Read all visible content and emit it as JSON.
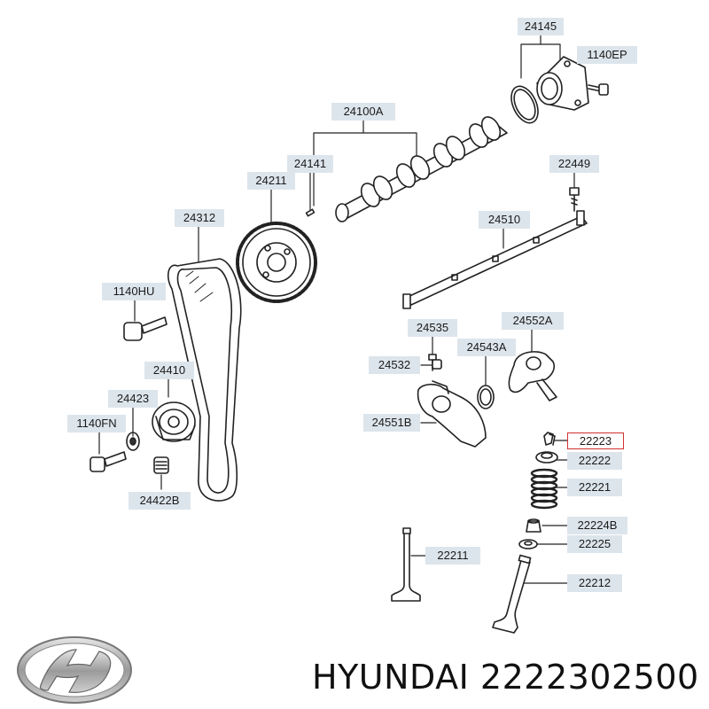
{
  "diagram": {
    "labels": {
      "p24145": "24145",
      "p1140EP": "1140EP",
      "p24100A": "24100A",
      "p24141": "24141",
      "p22449": "22449",
      "p24211": "24211",
      "p24312": "24312",
      "p24510": "24510",
      "p1140HU": "1140HU",
      "p24535": "24535",
      "p24552A": "24552A",
      "p24543A": "24543A",
      "p24532": "24532",
      "p24410": "24410",
      "p24423": "24423",
      "p1140FN": "1140FN",
      "p24551B": "24551B",
      "p22223": "22223",
      "p22222": "22222",
      "p24422B": "24422B",
      "p22221": "22221",
      "p22224B": "22224B",
      "p22225": "22225",
      "p22211": "22211",
      "p22212": "22212"
    },
    "highlighted_part": "22223",
    "highlight_color": "#d32f2f",
    "label_background": "#dde5ec"
  },
  "footer": {
    "brand": "HYUNDAI",
    "part_number": "2222302500",
    "logo_icon": "hyundai-logo-icon"
  }
}
